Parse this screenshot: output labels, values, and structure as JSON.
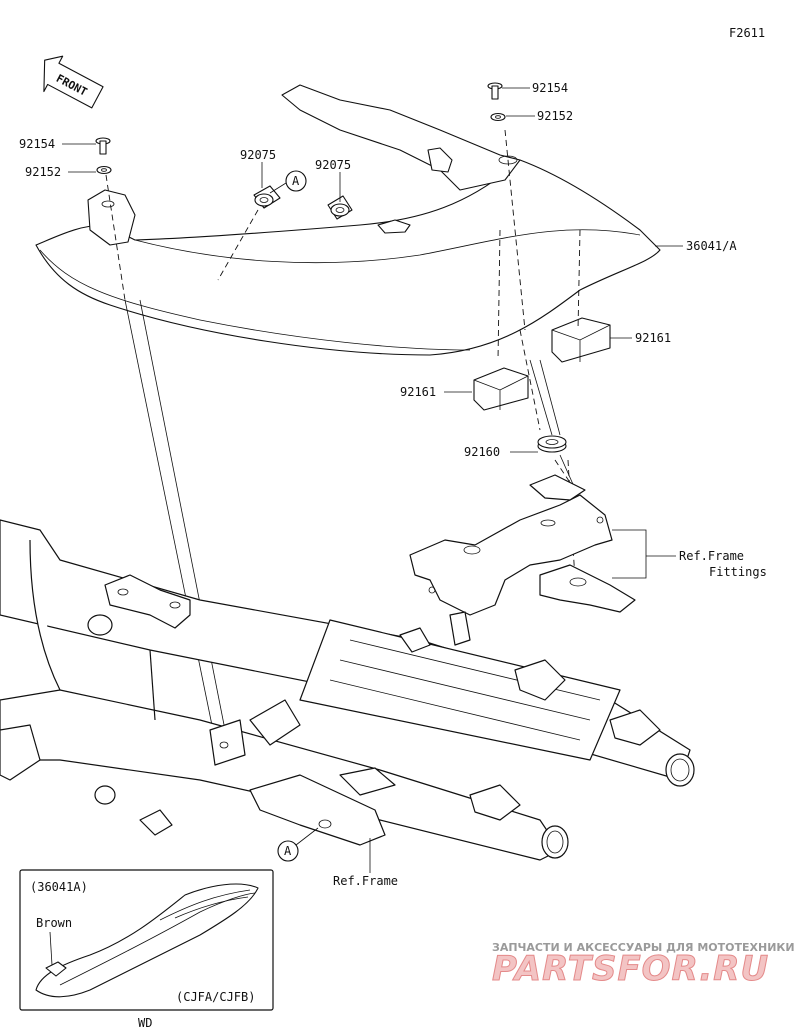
{
  "figure_code": "F2611",
  "front_label": "FRONT",
  "callouts": {
    "bolt_left": "92154",
    "washer_left": "92152",
    "grommet_left": "92075",
    "grommet_right": "92075",
    "bolt_right": "92154",
    "washer_right": "92152",
    "cover": "36041/A",
    "pad_right": "92161",
    "pad_left": "92161",
    "grommet_lower": "92160",
    "ref_fittings_line1": "Ref.Frame",
    "ref_fittings_line2": "Fittings",
    "ref_frame": "Ref.Frame",
    "marker_a": "A"
  },
  "inset": {
    "part_code": "(36041A)",
    "color_label": "Brown",
    "model_codes": "(CJFA/CJFB)"
  },
  "footer_code": "WD",
  "watermark": {
    "line1": "ЗАПЧАСТИ И АКСЕССУАРЫ ДЛЯ МОТОТЕХНИКИ",
    "line2": "PARTSFOR.RU"
  }
}
